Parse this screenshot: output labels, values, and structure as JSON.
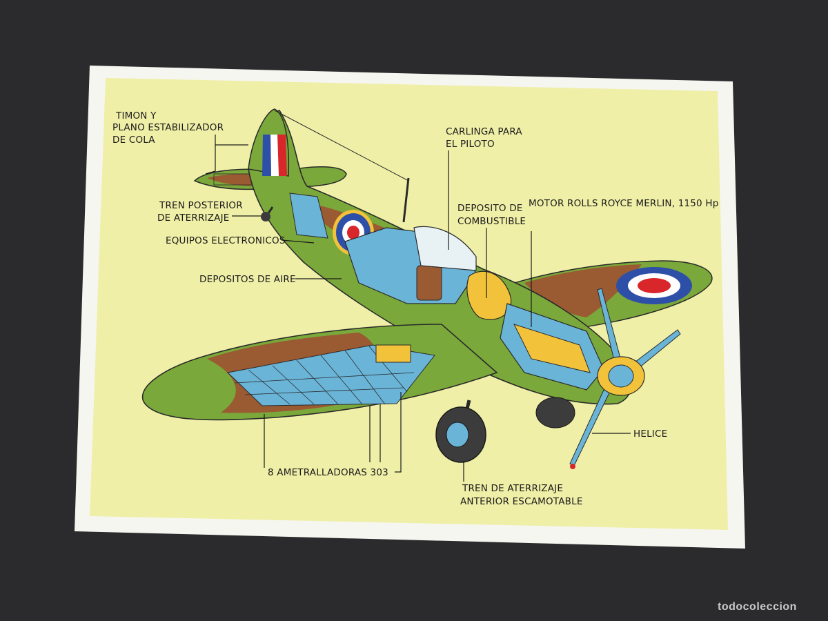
{
  "card": {
    "border_color": "#f7f7f2",
    "panel_color": "#efefa8"
  },
  "labels": {
    "tail": [
      "TIMON Y",
      "PLANO ESTABILIZADOR",
      "DE COLA"
    ],
    "rear_gear": [
      "TREN POSTERIOR",
      "DE ATERRIZAJE"
    ],
    "electronics": "EQUIPOS ELECTRONICOS",
    "air_tanks": "DEPOSITOS DE AIRE",
    "cockpit": [
      "CARLINGA PARA",
      "EL PILOTO"
    ],
    "fuel_tank": [
      "DEPOSITO DE",
      "COMBUSTIBLE"
    ],
    "engine": "MOTOR ROLLS ROYCE MERLIN, 1150 Hp",
    "propeller": "HELICE",
    "machine_guns": "8 AMETRALLADORAS 303",
    "front_gear": [
      "TREN DE ATERRIZAJE",
      "ANTERIOR ESCAMOTABLE"
    ]
  },
  "watermark": "todocoleccion",
  "colors": {
    "camo_green": "#7aa83a",
    "camo_brown": "#9a5a32",
    "roundel_blue": "#2e4fa8",
    "roundel_red": "#d8262b",
    "cutaway_blue": "#6ab4d8",
    "engine_yellow": "#f2c23a"
  }
}
